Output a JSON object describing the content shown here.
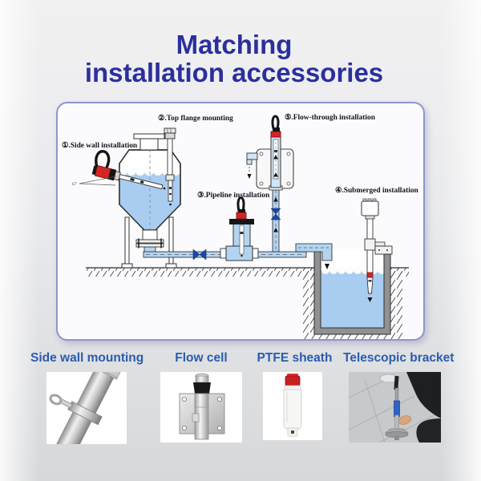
{
  "title": {
    "line1": "Matching",
    "line2": "installation accessories"
  },
  "diagram": {
    "labels": {
      "side_wall": "①.Side wall installation",
      "top_flange": "②.Top flange mounting",
      "pipeline": "③.Pipeline installation",
      "submerged": "④.Submerged installation",
      "flow_through": "⑤.Flow-through installation",
      "angle_note": "15°"
    }
  },
  "products": [
    {
      "label": "Side wall mounting",
      "icon": "side-wall-bracket"
    },
    {
      "label": "Flow cell",
      "icon": "flow-cell"
    },
    {
      "label": "PTFE sheath",
      "icon": "ptfe-sheath"
    },
    {
      "label": "Telescopic bracket",
      "icon": "telescopic-bracket"
    }
  ],
  "colors": {
    "title_blue": "#2b2f9d",
    "product_label_blue": "#2a5cae",
    "water_blue": "#a9cdf0",
    "pipe_blue": "#b3d4f0",
    "valve_blue": "#1a47a8",
    "probe_red": "#d42525",
    "panel_border": "#8e96c9",
    "pit_gray": "#8f9193"
  }
}
